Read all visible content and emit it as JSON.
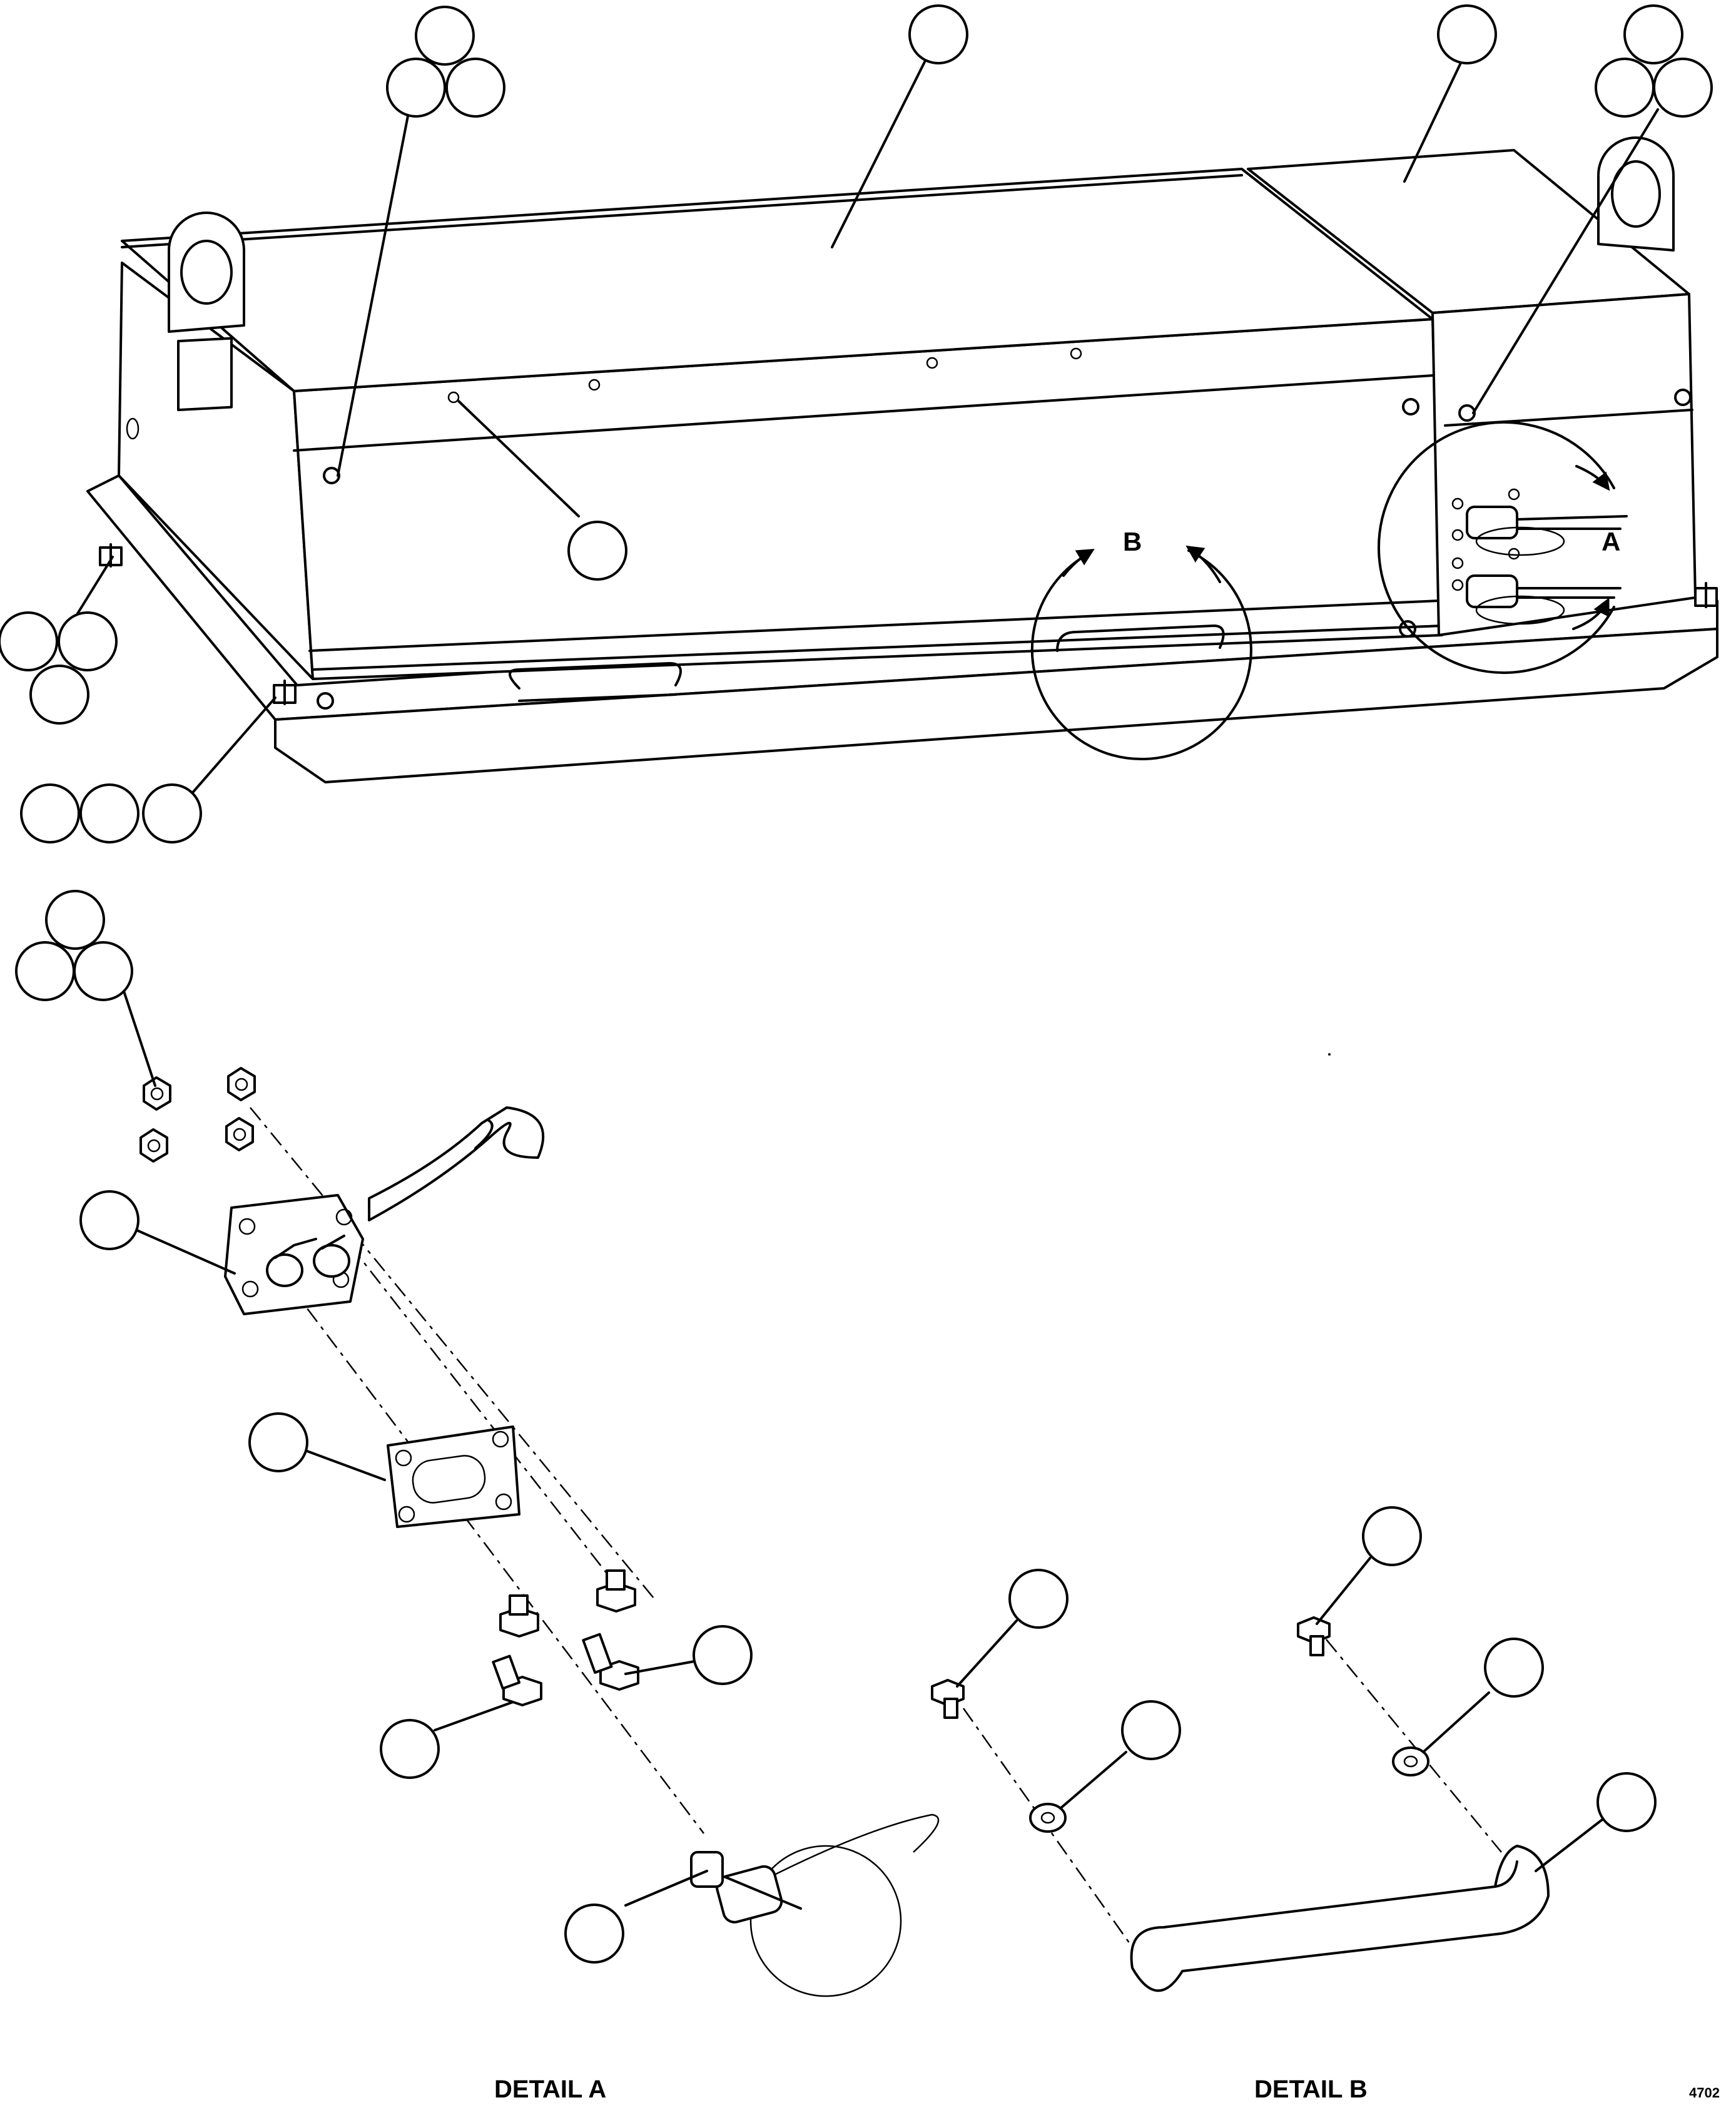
{
  "detail_markers": {
    "a": "A",
    "b": "B"
  },
  "captions": {
    "detail_a": "DETAIL A",
    "detail_b": "DETAIL B"
  },
  "sheet_number": "4702"
}
